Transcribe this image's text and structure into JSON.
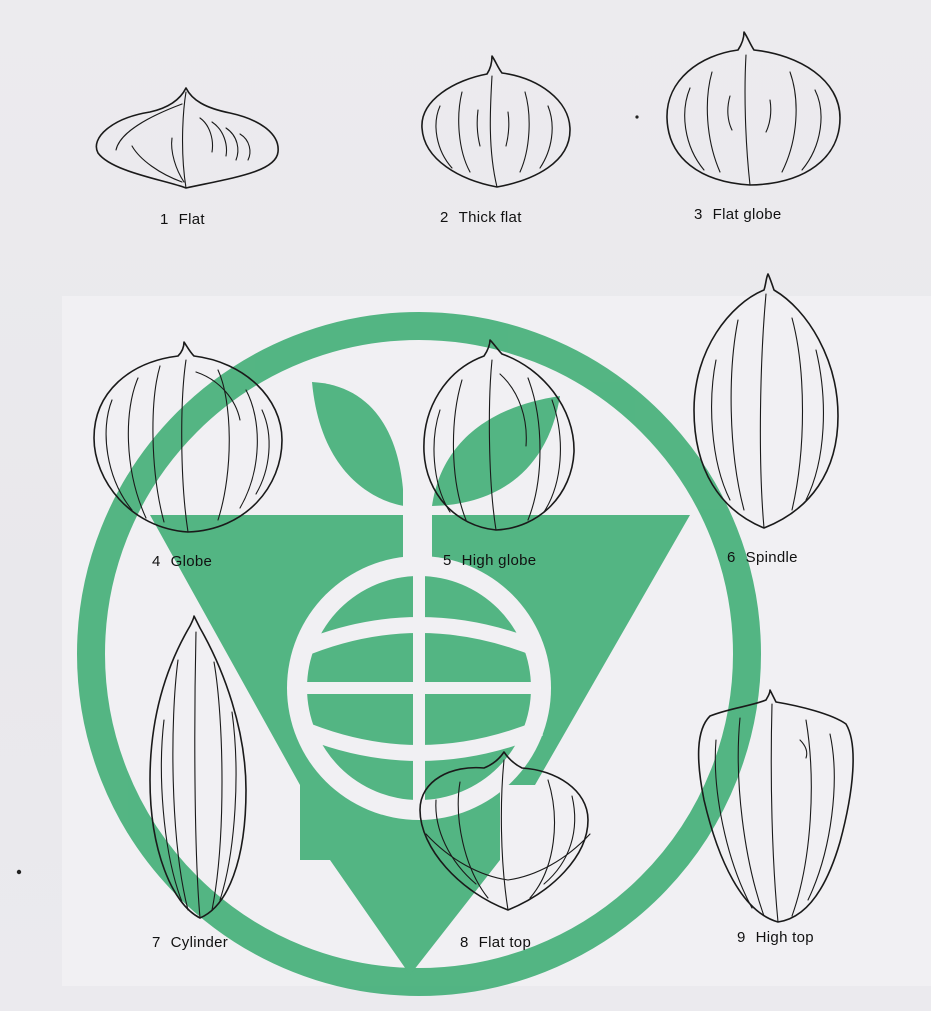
{
  "shapes": [
    {
      "number": "1",
      "label": "Flat"
    },
    {
      "number": "2",
      "label": "Thick flat"
    },
    {
      "number": "3",
      "label": "Flat globe"
    },
    {
      "number": "4",
      "label": "Globe"
    },
    {
      "number": "5",
      "label": "High globe"
    },
    {
      "number": "6",
      "label": "Spindle"
    },
    {
      "number": "7",
      "label": "Cylinder"
    },
    {
      "number": "8",
      "label": "Flat top"
    },
    {
      "number": "9",
      "label": "High top"
    }
  ],
  "watermark": {
    "kind": "logo",
    "color": "#46b07a"
  }
}
